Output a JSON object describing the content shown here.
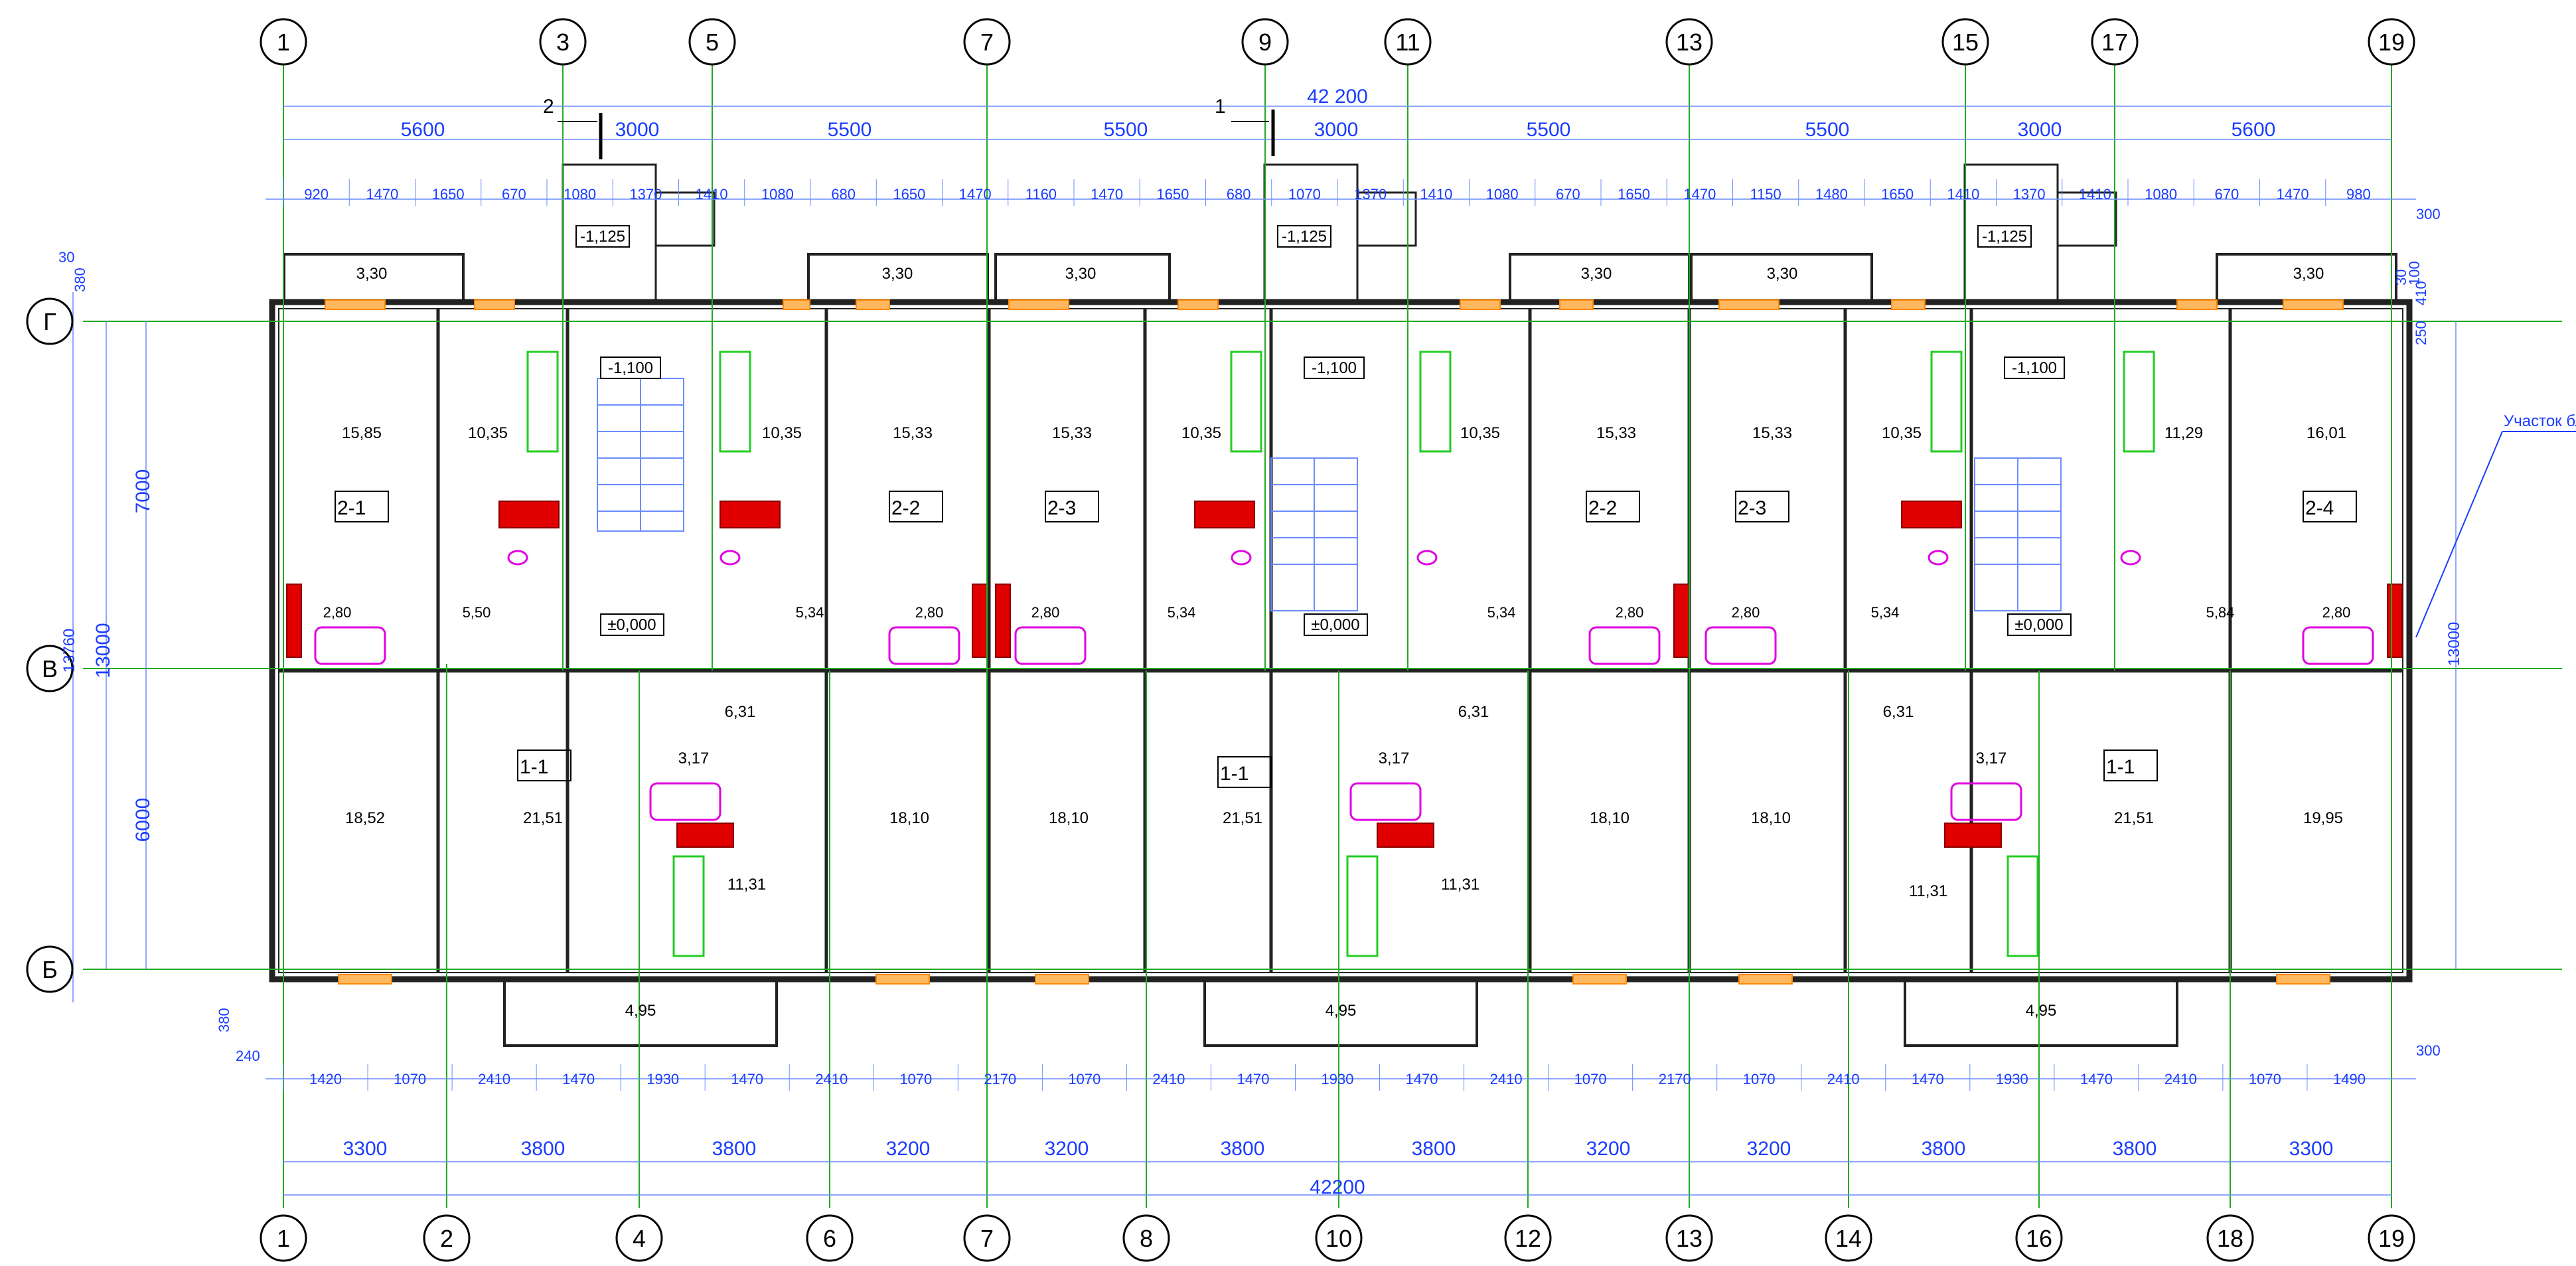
{
  "axes_top": [
    "1",
    "3",
    "5",
    "7",
    "9",
    "11",
    "13",
    "15",
    "17",
    "19"
  ],
  "axes_bottom": [
    "1",
    "2",
    "4",
    "6",
    "7",
    "8",
    "10",
    "12",
    "13",
    "14",
    "16",
    "18",
    "19"
  ],
  "axes_rows": [
    "Г",
    "В",
    "Б"
  ],
  "overall_width": "42 200",
  "overall_width_bottom": "42200",
  "top_spans": [
    "5600",
    "3000",
    "5500",
    "5500",
    "3000",
    "5500",
    "5500",
    "3000",
    "5600"
  ],
  "bottom_spans": [
    "3300",
    "3800",
    "3800",
    "3200",
    "3200",
    "3800",
    "3800",
    "3200",
    "3200",
    "3800",
    "3800",
    "3300"
  ],
  "left_dims": {
    "total": "13760",
    "outer": "13000",
    "top": "7000",
    "bottom": "6000"
  },
  "right_dims": {
    "total": "13000",
    "a": "250",
    "b": "410",
    "c": "300",
    "d": "30",
    "e": "100"
  },
  "section_marks": [
    {
      "label": "2"
    },
    {
      "label": "1"
    }
  ],
  "top_detail_row": [
    "920",
    "1470",
    "1650",
    "670",
    "1080",
    "1370",
    "1410",
    "1080",
    "680",
    "1650",
    "1470",
    "1160",
    "1470",
    "1650",
    "680",
    "1070",
    "1370",
    "1410",
    "1080",
    "670",
    "1650",
    "1470",
    "1150",
    "1480",
    "1650",
    "1410",
    "1370",
    "1410",
    "1080",
    "670",
    "1470",
    "980"
  ],
  "bottom_detail_row": [
    "1420",
    "1070",
    "2410",
    "1470",
    "1930",
    "1470",
    "2410",
    "1070",
    "2170",
    "1070",
    "2410",
    "1470",
    "1930",
    "1470",
    "2410",
    "1070",
    "2170",
    "1070",
    "2410",
    "1470",
    "1930",
    "1470",
    "2410",
    "1070",
    "1490"
  ],
  "balcony_areas_top": [
    "3,30",
    "3,30",
    "3,30",
    "3,30",
    "3,30",
    "3,30"
  ],
  "stair_levels": [
    "-1,125",
    "-1,125",
    "-1,125"
  ],
  "floor_levels": [
    "-1,100",
    "-1,100",
    "-1,100"
  ],
  "zero_levels": [
    "±0,000",
    "±0,000",
    "±0,000"
  ],
  "loggia_areas_bottom": [
    "4,95",
    "4,95",
    "4,95"
  ],
  "rooms_upper": [
    "15,85",
    "10,35",
    "10,35",
    "15,33",
    "15,33",
    "10,35",
    "10,35",
    "15,33",
    "15,33",
    "10,35",
    "11,29",
    "16,01"
  ],
  "rooms_wet": [
    "2,80",
    "5,50",
    "5,34",
    "2,80",
    "2,80",
    "5,34",
    "5,34",
    "2,80",
    "2,80",
    "5,34",
    "5,84",
    "2,80"
  ],
  "rooms_lower": [
    "18,52",
    "21,51",
    "6,31",
    "3,17",
    "11,31",
    "18,10",
    "18,10",
    "21,51",
    "6,31",
    "3,17",
    "11,31",
    "18,10",
    "18,10",
    "6,31",
    "3,17",
    "11,31",
    "21,51",
    "19,95"
  ],
  "apt_tags": [
    "2-1",
    "2-2",
    "2-3",
    "2-2",
    "2-3",
    "2-4",
    "1-1",
    "1-1",
    "1-1"
  ],
  "left_small": [
    "380",
    "30",
    "240",
    "380"
  ],
  "note": "Участок блоков, между з заполни мм",
  "colors": {
    "grid": "#22aa22",
    "dim": "#1a3cff",
    "wall": "#222222",
    "fixture": "#e000e0",
    "heat": "#e00000",
    "door": "#ff8800"
  }
}
